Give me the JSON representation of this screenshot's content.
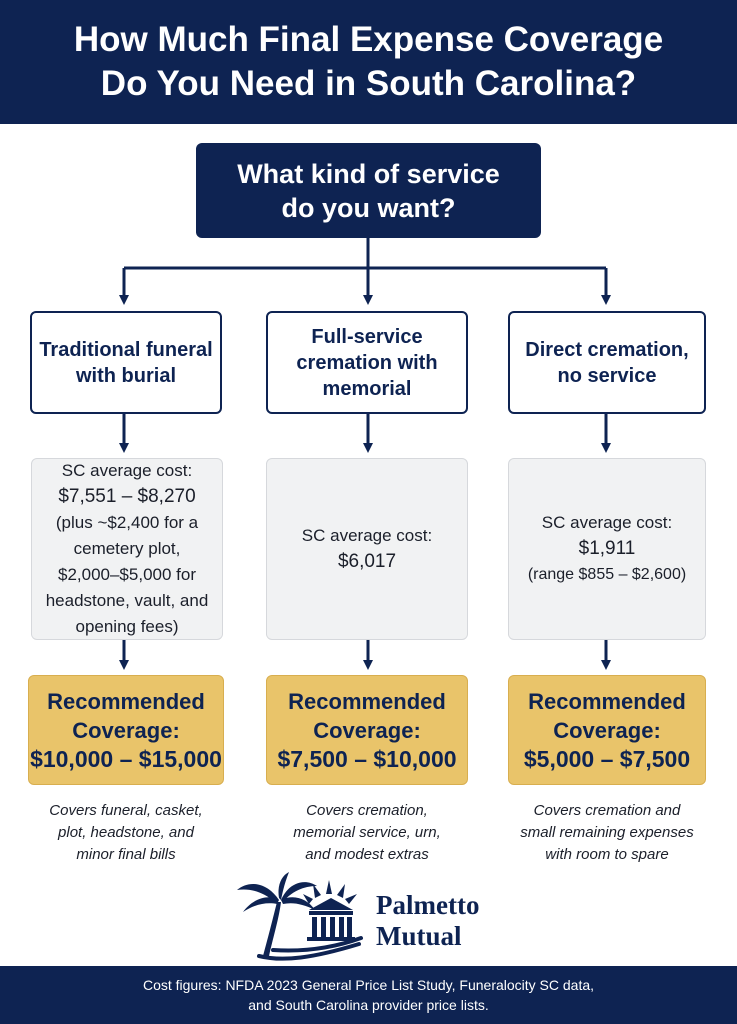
{
  "header": {
    "title_line1": "How Much Final Expense Coverage",
    "title_line2": "Do You Need in South Carolina?"
  },
  "question": {
    "line1": "What kind of service",
    "line2": "do you want?"
  },
  "options": [
    {
      "label": [
        "Traditional funeral",
        "with burial"
      ],
      "cost": [
        "SC average cost:",
        "$7,551 – $8,270",
        "(plus ~$2,400 for a",
        "cemetery plot,",
        "$2,000–$5,000 for",
        "headstone, vault, and",
        "opening fees)"
      ],
      "recommended": [
        "Recommended",
        "Coverage:",
        "$10,000 – $15,000"
      ],
      "note": [
        "Covers funeral, casket,",
        "plot, headstone, and",
        "minor final bills"
      ]
    },
    {
      "label": [
        "Full-service",
        "cremation with",
        "memorial"
      ],
      "cost": [
        "SC average cost:",
        "$6,017"
      ],
      "recommended": [
        "Recommended",
        "Coverage:",
        "$7,500 – $10,000"
      ],
      "note": [
        "Covers cremation,",
        "memorial service, urn,",
        "and modest extras"
      ]
    },
    {
      "label": [
        "Direct cremation,",
        "no service"
      ],
      "cost": [
        "SC average cost:",
        "$1,911",
        "(range $855 – $2,600)"
      ],
      "recommended": [
        "Recommended",
        "Coverage:",
        "$5,000 – $7,500"
      ],
      "note": [
        "Covers cremation and",
        "small remaining expenses",
        "with room to spare"
      ]
    }
  ],
  "brand": {
    "line1": "Palmetto",
    "line2": "Mutual"
  },
  "footer": {
    "line1": "Cost figures: NFDA 2023 General Price List Study, Funeralocity SC data,",
    "line2": "and South Carolina provider price lists."
  },
  "colors": {
    "navy": "#0e2352",
    "gold": "#e9c46a",
    "light_gray": "#f1f2f3"
  }
}
